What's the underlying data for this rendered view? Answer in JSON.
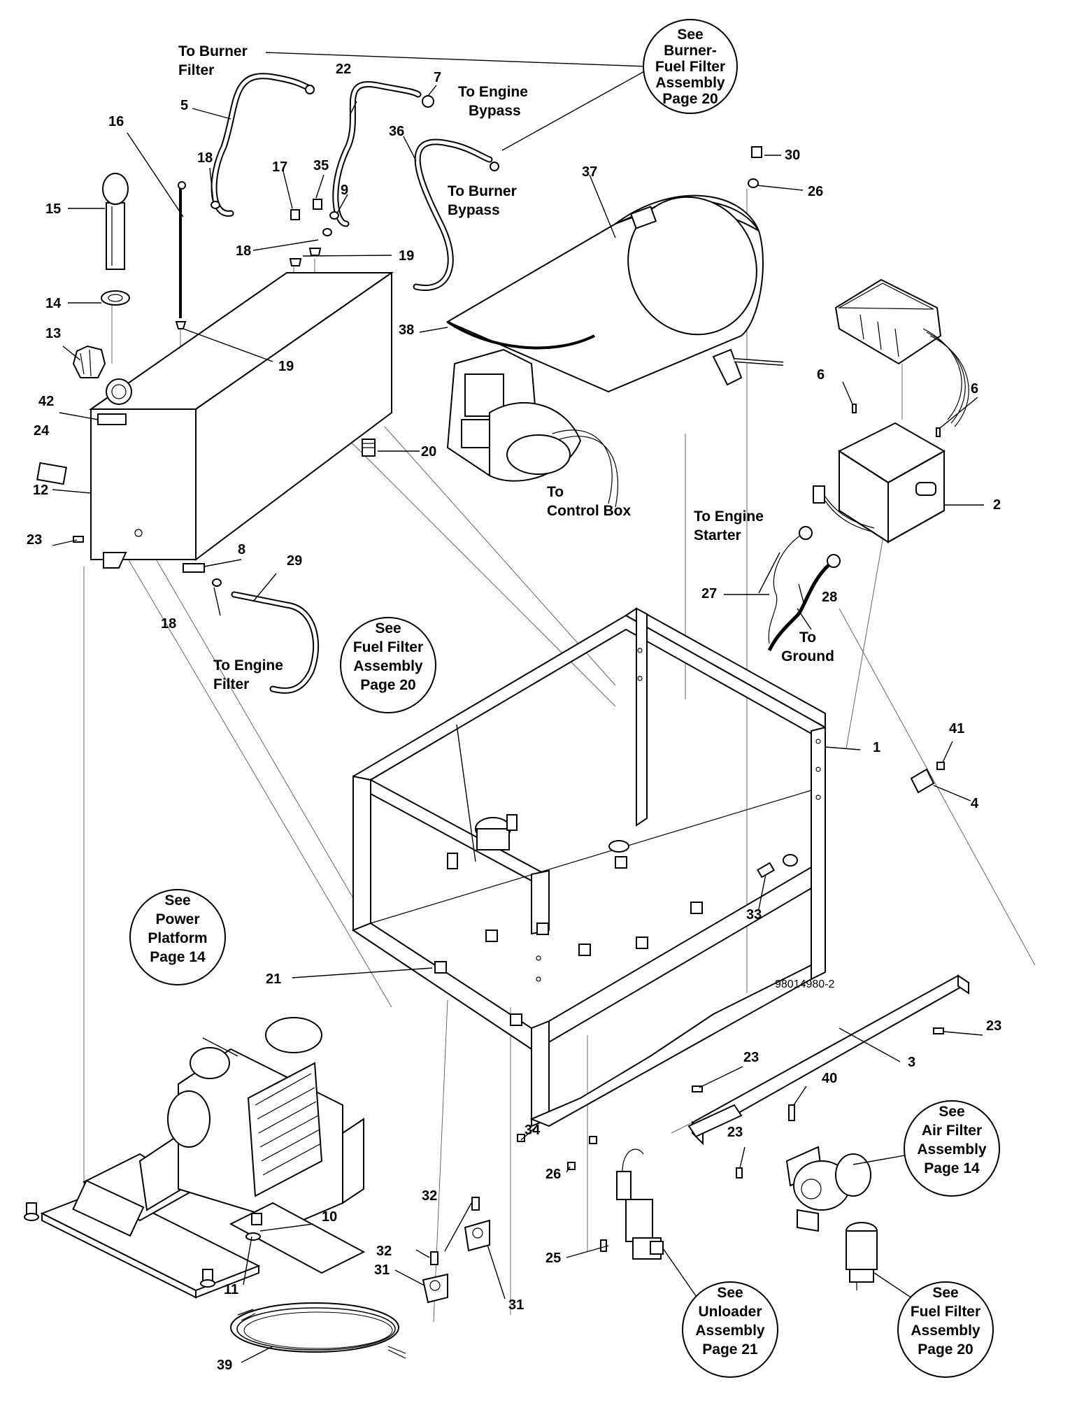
{
  "figure": {
    "drawing_id": "98014980-2",
    "callouts": [
      {
        "id": "c1",
        "text": "1"
      },
      {
        "id": "c2",
        "text": "2"
      },
      {
        "id": "c3",
        "text": "3"
      },
      {
        "id": "c4",
        "text": "4"
      },
      {
        "id": "c5",
        "text": "5"
      },
      {
        "id": "c6a",
        "text": "6"
      },
      {
        "id": "c6b",
        "text": "6"
      },
      {
        "id": "c7",
        "text": "7"
      },
      {
        "id": "c8",
        "text": "8"
      },
      {
        "id": "c9",
        "text": "9"
      },
      {
        "id": "c10",
        "text": "10"
      },
      {
        "id": "c11",
        "text": "11"
      },
      {
        "id": "c12",
        "text": "12"
      },
      {
        "id": "c13",
        "text": "13"
      },
      {
        "id": "c14",
        "text": "14"
      },
      {
        "id": "c15",
        "text": "15"
      },
      {
        "id": "c16",
        "text": "16"
      },
      {
        "id": "c17",
        "text": "17"
      },
      {
        "id": "c18a",
        "text": "18"
      },
      {
        "id": "c18b",
        "text": "18"
      },
      {
        "id": "c18c",
        "text": "18"
      },
      {
        "id": "c19a",
        "text": "19"
      },
      {
        "id": "c19b",
        "text": "19"
      },
      {
        "id": "c20",
        "text": "20"
      },
      {
        "id": "c21",
        "text": "21"
      },
      {
        "id": "c22",
        "text": "22"
      },
      {
        "id": "c23a",
        "text": "23"
      },
      {
        "id": "c23b",
        "text": "23"
      },
      {
        "id": "c23c",
        "text": "23"
      },
      {
        "id": "c23d",
        "text": "23"
      },
      {
        "id": "c24",
        "text": "24"
      },
      {
        "id": "c25",
        "text": "25"
      },
      {
        "id": "c26a",
        "text": "26"
      },
      {
        "id": "c26b",
        "text": "26"
      },
      {
        "id": "c27",
        "text": "27"
      },
      {
        "id": "c28",
        "text": "28"
      },
      {
        "id": "c29",
        "text": "29"
      },
      {
        "id": "c30",
        "text": "30"
      },
      {
        "id": "c31a",
        "text": "31"
      },
      {
        "id": "c31b",
        "text": "31"
      },
      {
        "id": "c32a",
        "text": "32"
      },
      {
        "id": "c32b",
        "text": "32"
      },
      {
        "id": "c33",
        "text": "33"
      },
      {
        "id": "c34",
        "text": "34"
      },
      {
        "id": "c35",
        "text": "35"
      },
      {
        "id": "c36",
        "text": "36"
      },
      {
        "id": "c37",
        "text": "37"
      },
      {
        "id": "c38",
        "text": "38"
      },
      {
        "id": "c39",
        "text": "39"
      },
      {
        "id": "c40",
        "text": "40"
      },
      {
        "id": "c41",
        "text": "41"
      },
      {
        "id": "c42",
        "text": "42"
      }
    ],
    "labels": {
      "to_burner_filter": [
        "To Burner",
        "Filter"
      ],
      "to_engine_bypass": [
        "To Engine",
        "Bypass"
      ],
      "to_burner_bypass": [
        "To Burner",
        "Bypass"
      ],
      "to_control_box": [
        "To",
        "Control Box"
      ],
      "to_engine_starter": [
        "To Engine",
        "Starter"
      ],
      "to_ground": [
        "To",
        "Ground"
      ],
      "to_engine_filter": [
        "To Engine",
        "Filter"
      ]
    },
    "reference_bubbles": {
      "burner_fuel_filter": [
        "See",
        "Burner-",
        "Fuel Filter",
        "Assembly",
        "Page 20"
      ],
      "fuel_filter_top": [
        "See",
        "Fuel Filter",
        "Assembly",
        "Page 20"
      ],
      "power_platform": [
        "See",
        "Power",
        "Platform",
        "Page 14"
      ],
      "air_filter": [
        "See",
        "Air Filter",
        "Assembly",
        "Page 14"
      ],
      "unloader": [
        "See",
        "Unloader",
        "Assembly",
        "Page 21"
      ],
      "fuel_filter_bottom": [
        "See",
        "Fuel Filter",
        "Assembly",
        "Page 20"
      ]
    }
  }
}
